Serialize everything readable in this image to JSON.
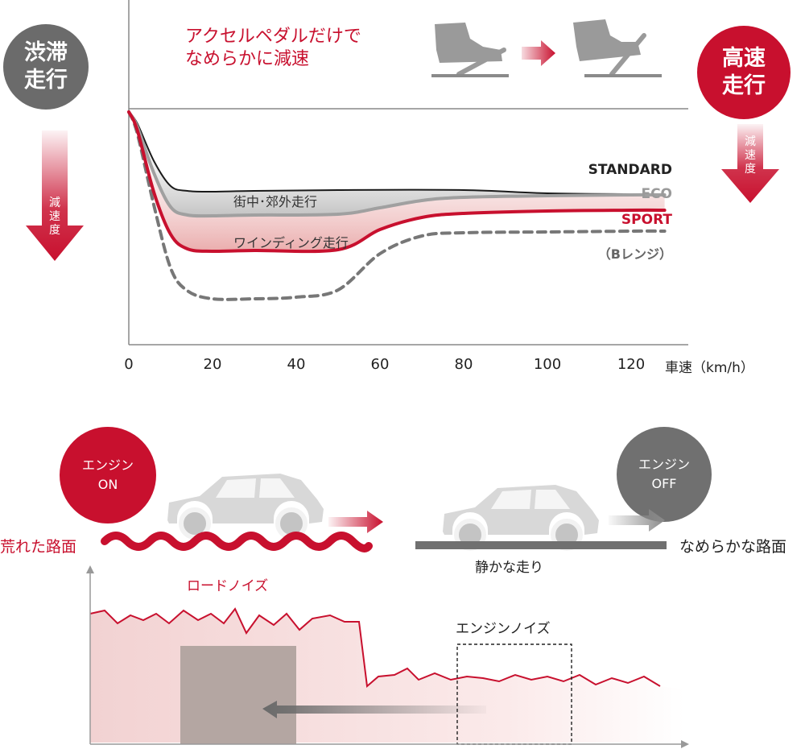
{
  "top": {
    "left_badge": [
      "渋滞",
      "走行"
    ],
    "right_badge": [
      "高速",
      "走行"
    ],
    "decel_label": [
      "減",
      "速",
      "度"
    ],
    "headline": [
      "アクセルペダルだけで",
      "なめらかに減速"
    ],
    "zone_city": "街中･郊外走行",
    "zone_winding": "ワインディング走行",
    "x_axis_label": "車速（km/h）"
  },
  "chart_data": {
    "type": "line",
    "xlabel": "車速（km/h）",
    "xlim": [
      0,
      130
    ],
    "x_ticks": [
      "0",
      "20",
      "40",
      "60",
      "80",
      "100",
      "120"
    ],
    "series": [
      {
        "name": "STANDARD",
        "x": [
          0,
          2,
          6,
          10,
          14,
          20,
          30,
          50,
          80,
          100,
          120,
          128
        ],
        "y": [
          -0.4,
          -1.8,
          -6.5,
          -9.6,
          -10.2,
          -10.3,
          -10.2,
          -10.1,
          -10.1,
          -10.5,
          -10.6,
          -10.6
        ]
      },
      {
        "name": "ECO",
        "x": [
          0,
          2,
          6,
          10,
          14,
          20,
          30,
          50,
          60,
          70,
          80,
          100,
          120,
          128
        ],
        "y": [
          -0.4,
          -2.2,
          -8.0,
          -12.2,
          -13.2,
          -13.3,
          -13.2,
          -13.1,
          -12.3,
          -11.4,
          -11.0,
          -10.8,
          -10.7,
          -10.7
        ]
      },
      {
        "name": "SPORT",
        "x": [
          0,
          2,
          6,
          10,
          14,
          20,
          30,
          50,
          60,
          70,
          80,
          100,
          120,
          128
        ],
        "y": [
          -0.4,
          -2.6,
          -10.4,
          -15.6,
          -17.4,
          -17.7,
          -17.6,
          -17.5,
          -15.0,
          -13.5,
          -13.0,
          -12.7,
          -12.6,
          -12.6
        ]
      },
      {
        "name": "（Bレンジ）",
        "x": [
          0,
          2,
          6,
          10,
          14,
          20,
          30,
          40,
          50,
          60,
          70,
          80,
          100,
          120,
          128
        ],
        "y": [
          -0.4,
          -3.0,
          -12.0,
          -19.8,
          -22.6,
          -23.6,
          -23.6,
          -23.4,
          -22.5,
          -18.0,
          -15.8,
          -15.4,
          -15.3,
          -15.2,
          -15.2
        ]
      }
    ]
  },
  "bottom": {
    "engine_on": [
      "エンジン",
      "ON"
    ],
    "engine_off": [
      "エンジン",
      "OFF"
    ],
    "rough_road": "荒れた路面",
    "smooth_road": "なめらかな路面",
    "quiet_ride": "静かな走り",
    "road_noise": "ロードノイズ",
    "engine_noise": "エンジンノイズ"
  },
  "colors": {
    "red": "#c8102e",
    "gray": "#666666",
    "light_gray": "#9a9a9a"
  }
}
